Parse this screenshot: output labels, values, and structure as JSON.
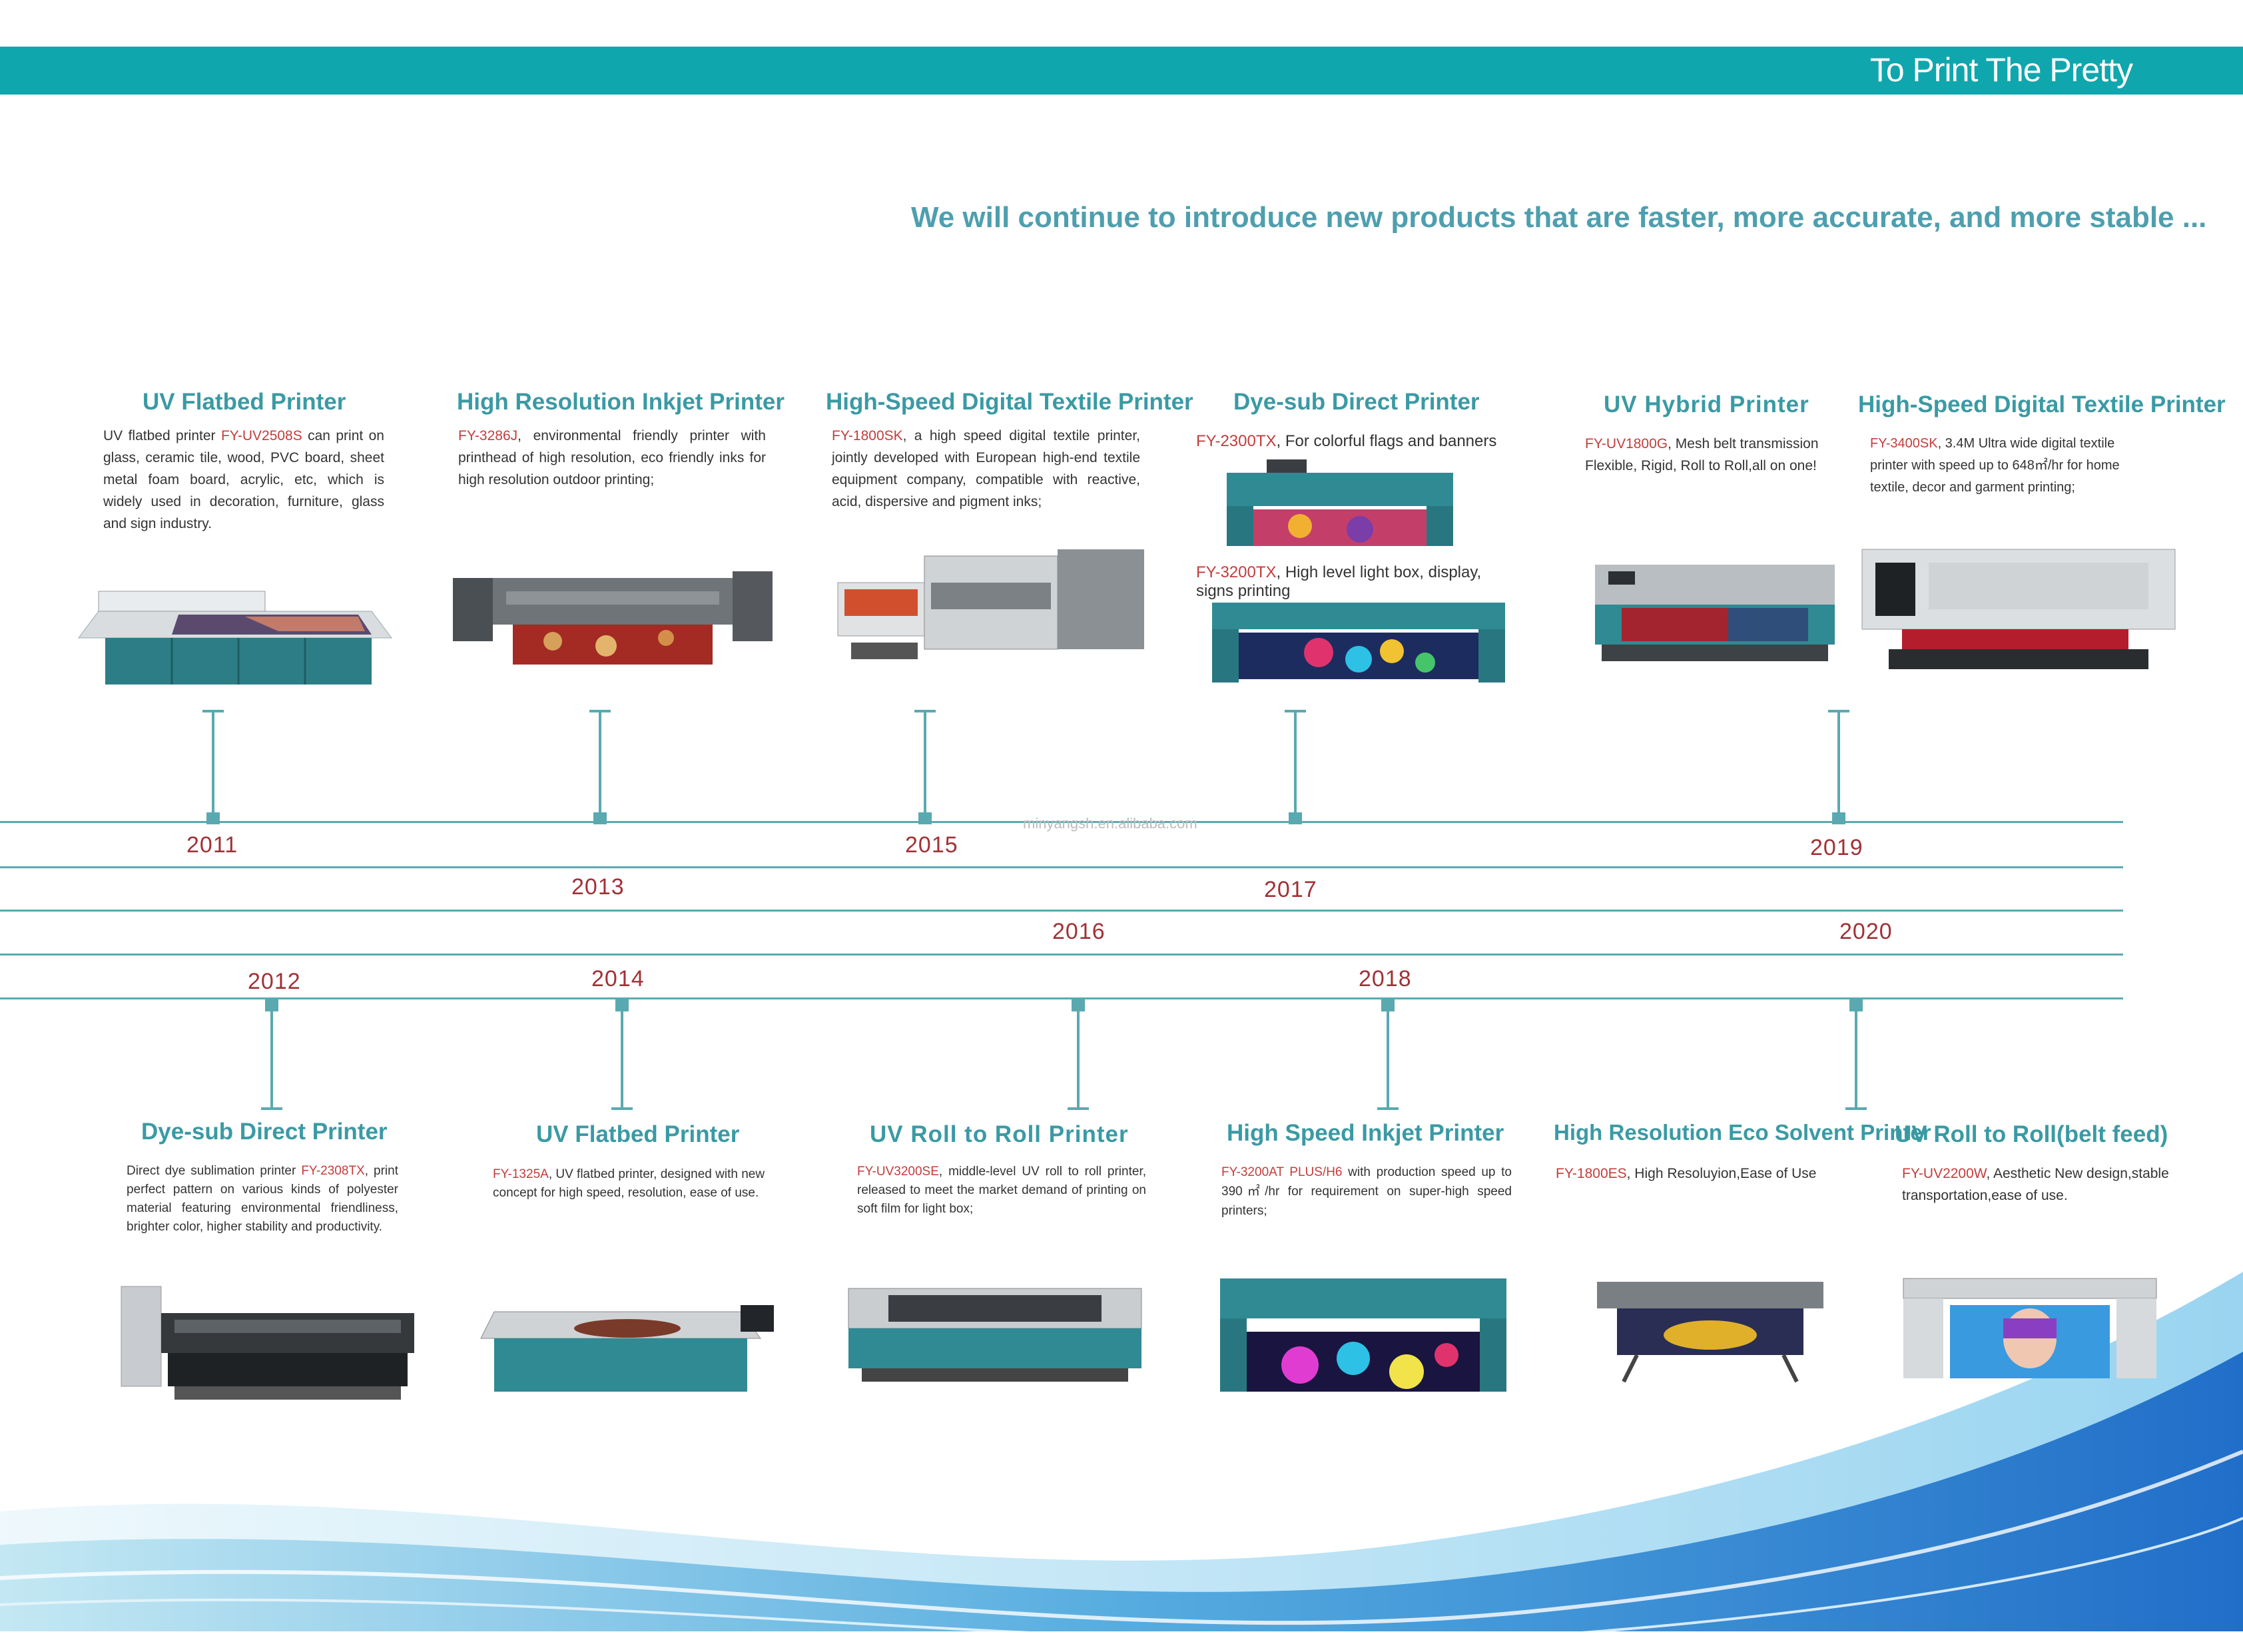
{
  "header": {
    "tagline": "To Print The Pretty"
  },
  "headline": "We will continue to introduce new products that are faster, more accurate, and more stable ...",
  "watermark": "minyangsh.en.alibaba.com",
  "colors": {
    "accent": "#0fa7ad",
    "title": "#3a9aa4",
    "year": "#a13236",
    "model": "#c43c3c",
    "line": "#5aa9b1"
  },
  "years": [
    "2011",
    "2012",
    "2013",
    "2014",
    "2015",
    "2016",
    "2017",
    "2018",
    "2019",
    "2020"
  ],
  "top_products": [
    {
      "title": "UV Flatbed Printer",
      "pre": "UV flatbed printer ",
      "model": "FY-UV2508S",
      "text": " can print on glass, ceramic tile, wood, PVC board, sheet metal foam board, acrylic, etc, which is widely used in decoration, furniture, glass and sign industry."
    },
    {
      "title": "High Resolution Inkjet Printer",
      "pre": "",
      "model": "FY-3286J",
      "text": ", environmental friendly printer with printhead of high resolution, eco friendly inks for high resolution outdoor printing;"
    },
    {
      "title": "High-Speed Digital Textile Printer",
      "pre": "",
      "model": "FY-1800SK",
      "text": ", a high speed digital textile printer, jointly developed with European high-end textile equipment company, compatible with reactive, acid, dispersive and pigment inks;"
    },
    {
      "title": "Dye-sub Direct Printer",
      "pre": "",
      "model": "FY-2300TX",
      "text": ", For colorful flags and banners",
      "model2": "FY-3200TX",
      "text2": ", High level light box, display, signs printing"
    },
    {
      "title": "UV Hybrid Printer",
      "pre": "",
      "model": "FY-UV1800G",
      "text": ", Mesh belt transmission Flexible, Rigid, Roll to Roll,all on one!"
    },
    {
      "title": "High-Speed Digital Textile Printer",
      "pre": "",
      "model": "FY-3400SK",
      "text": ", 3.4M Ultra wide digital textile printer with speed up to 648㎡/hr for home textile, decor and garment printing;"
    }
  ],
  "bottom_products": [
    {
      "title": "Dye-sub Direct Printer",
      "pre": "Direct dye sublimation printer ",
      "model": "FY-2308TX",
      "text": ", print perfect pattern on various kinds of polyester material featuring environmental friendliness, brighter color, higher stability and productivity."
    },
    {
      "title": "UV Flatbed Printer",
      "pre": "",
      "model": "FY-1325A",
      "text": ", UV flatbed printer, designed with new concept for high speed, resolution, ease of use."
    },
    {
      "title": "UV Roll to Roll Printer",
      "pre": "",
      "model": "FY-UV3200SE",
      "text": ", middle-level UV roll to roll printer, released to meet the market demand of printing on soft film for light box;"
    },
    {
      "title": "High Speed Inkjet Printer",
      "pre": "",
      "model": "FY-3200AT PLUS/H6",
      "text": " with production speed up to 390㎡/hr for requirement on super-high speed printers;"
    },
    {
      "title": "High Resolution Eco Solvent Printer",
      "pre": "",
      "model": "FY-1800ES",
      "text": ", High Resoluyion,Ease of Use"
    },
    {
      "title": "UV Roll to Roll(belt feed)",
      "pre": "",
      "model": "FY-UV2200W",
      "text": ", Aesthetic New design,stable transportation,ease of use."
    }
  ]
}
